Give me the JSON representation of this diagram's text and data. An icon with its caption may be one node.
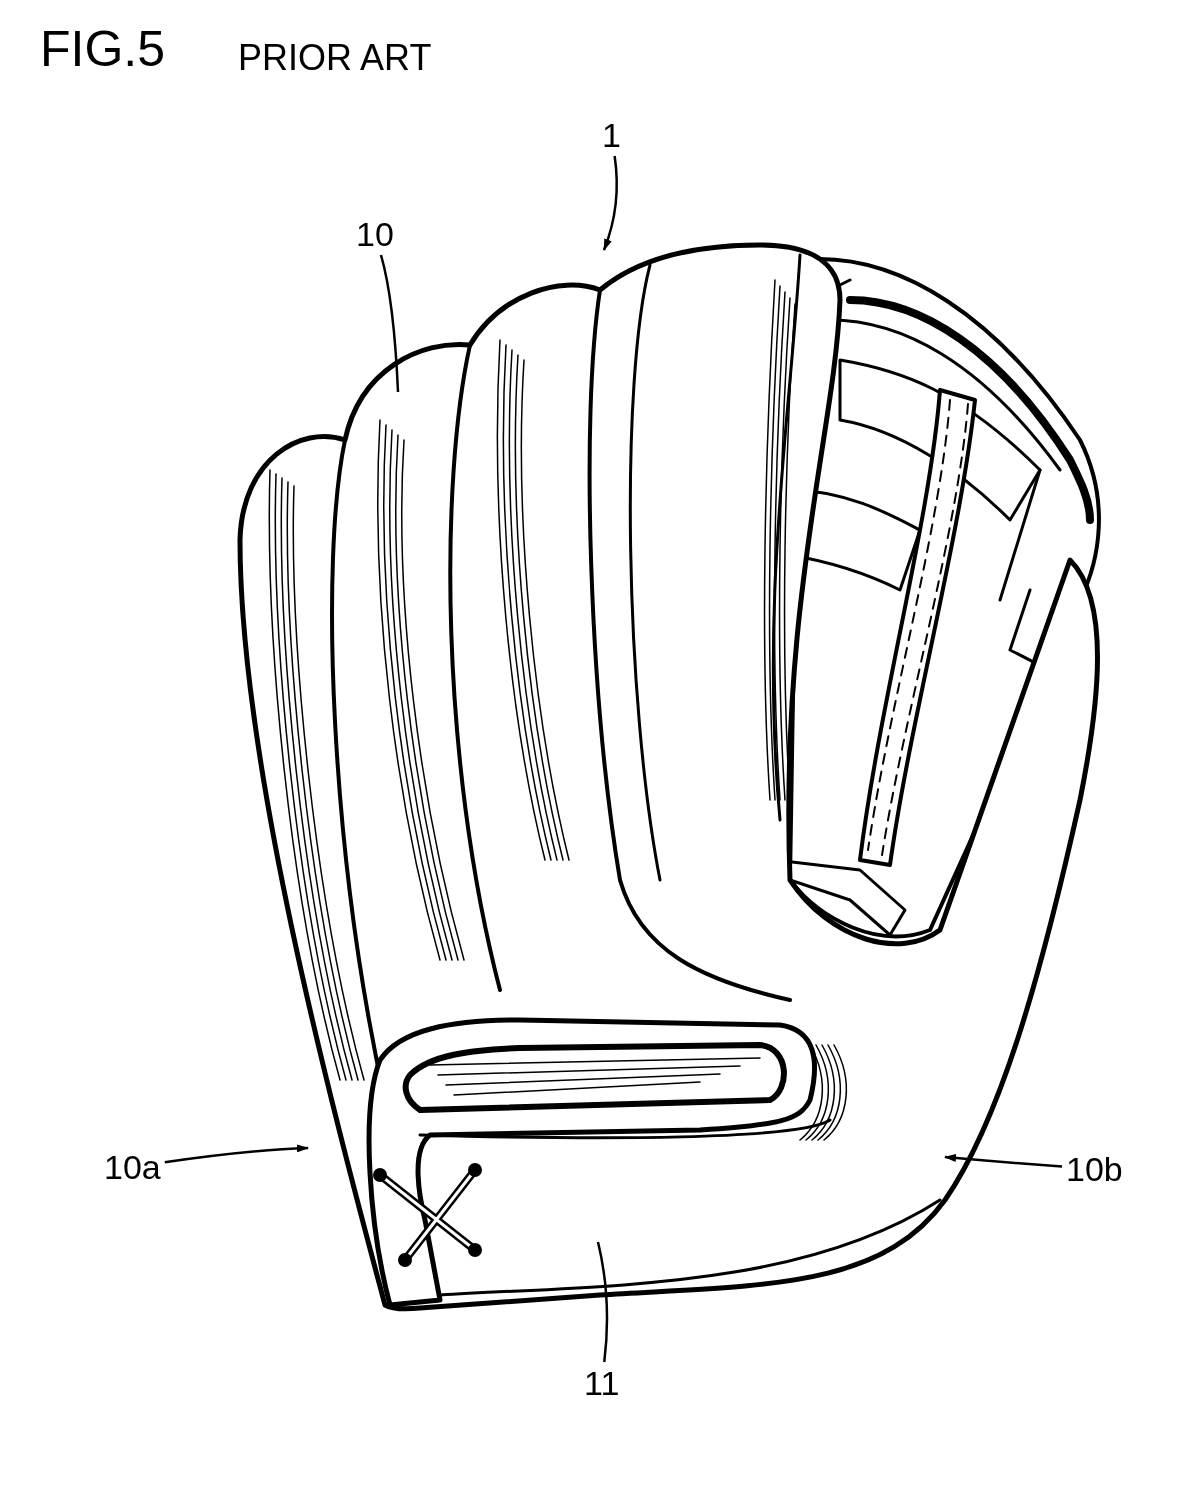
{
  "diagram": {
    "title": "FIG.5",
    "nodes": [
      {
        "text": [
          "1"
        ]
      },
      {
        "text": [
          "10"
        ]
      },
      {
        "text": [
          "10a"
        ]
      },
      {
        "text": [
          "10b"
        ]
      },
      {
        "text": [
          "11"
        ]
      },
      {
        "text": [],
        "shape": "picture"
      }
    ],
    "edges": [
      {
        "from": 0,
        "to": 5,
        "arrow": "to"
      },
      {
        "from": 1,
        "to": 5,
        "arrow": "none"
      },
      {
        "from": 2,
        "to": 5,
        "arrow": "to"
      },
      {
        "from": 3,
        "to": 5,
        "arrow": "to"
      },
      {
        "from": 4,
        "to": 5,
        "arrow": "none"
      }
    ],
    "labels": [
      "PRIOR ART"
    ]
  }
}
